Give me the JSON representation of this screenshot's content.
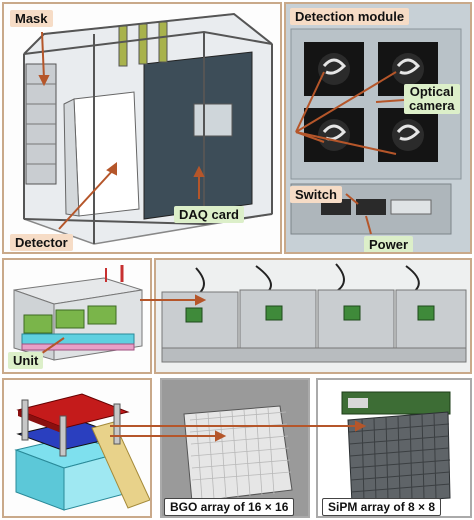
{
  "top_left": {
    "labels": {
      "mask": "Mask",
      "daq_card": "DAQ card",
      "detector": "Detector"
    }
  },
  "top_right": {
    "labels": {
      "detection_module": "Detection module",
      "optical_camera_line1": "Optical",
      "optical_camera_line2": "camera",
      "switch": "Switch",
      "power": "Power"
    }
  },
  "middle": {
    "labels": {
      "unit": "Unit"
    }
  },
  "bottom": {
    "labels": {
      "bgo_array": "BGO array of 16 × 16",
      "sipm_array": "SiPM array of 8 × 8"
    }
  },
  "colors": {
    "accent_arrow": "#b5562a",
    "panel_border": "#c9a98a",
    "peach": "#f6dcc6",
    "green": "#dcefc9"
  }
}
